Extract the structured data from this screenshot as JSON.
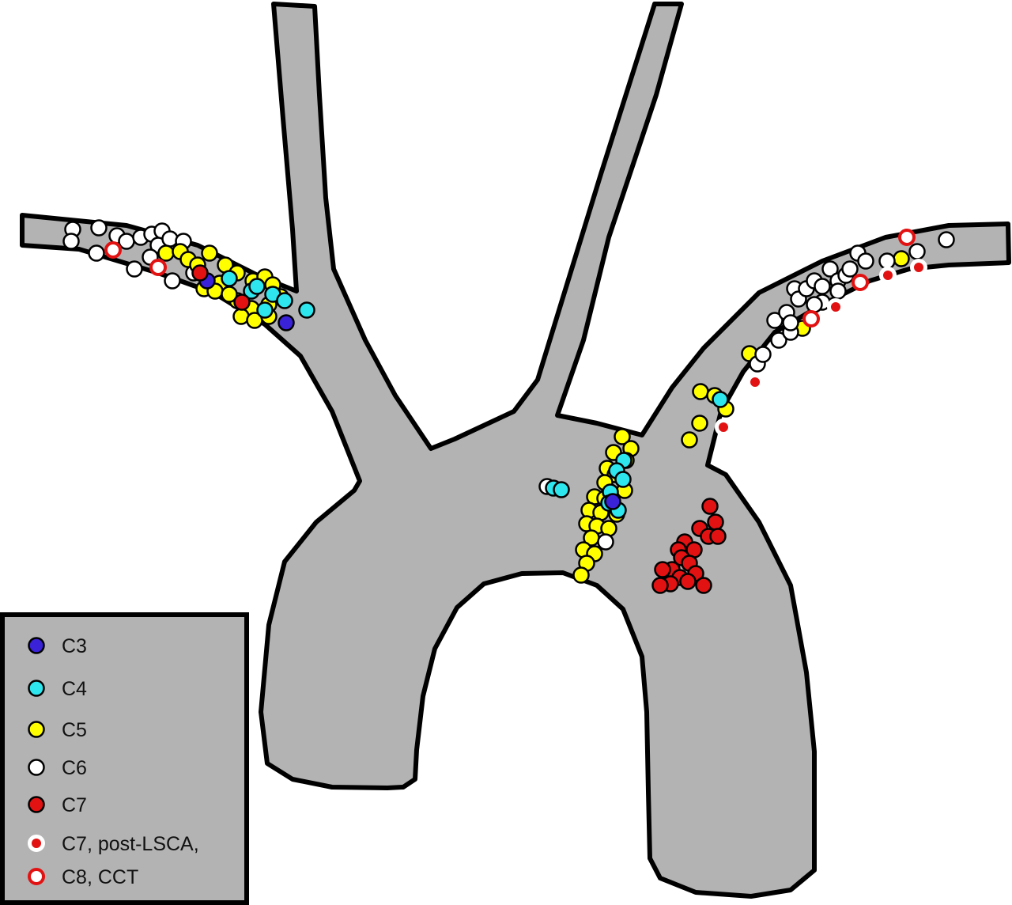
{
  "diagram": {
    "colors": {
      "vessel_fill": "#b3b3b3",
      "outline": "#000000",
      "legend_fill": "#b3b3b3"
    }
  },
  "legend": {
    "items": [
      {
        "label": "C3",
        "marker": "filled",
        "fill": "#3a22d8",
        "ring": "#000000"
      },
      {
        "label": "C4",
        "marker": "filled",
        "fill": "#2ee6ee",
        "ring": "#000000"
      },
      {
        "label": "C5",
        "marker": "filled",
        "fill": "#ffff00",
        "ring": "#000000"
      },
      {
        "label": "C6",
        "marker": "filled",
        "fill": "#ffffff",
        "ring": "#000000"
      },
      {
        "label": "C7",
        "marker": "filled",
        "fill": "#e21212",
        "ring": "#000000"
      },
      {
        "label": "C7, post-LSCA,",
        "marker": "red-dot-white-ring",
        "fill": "#e21212",
        "ring": "#ffffff"
      },
      {
        "label": "C8, CCT",
        "marker": "white-dot-red-ring",
        "fill": "#ffffff",
        "ring": "#e21212"
      }
    ]
  }
}
